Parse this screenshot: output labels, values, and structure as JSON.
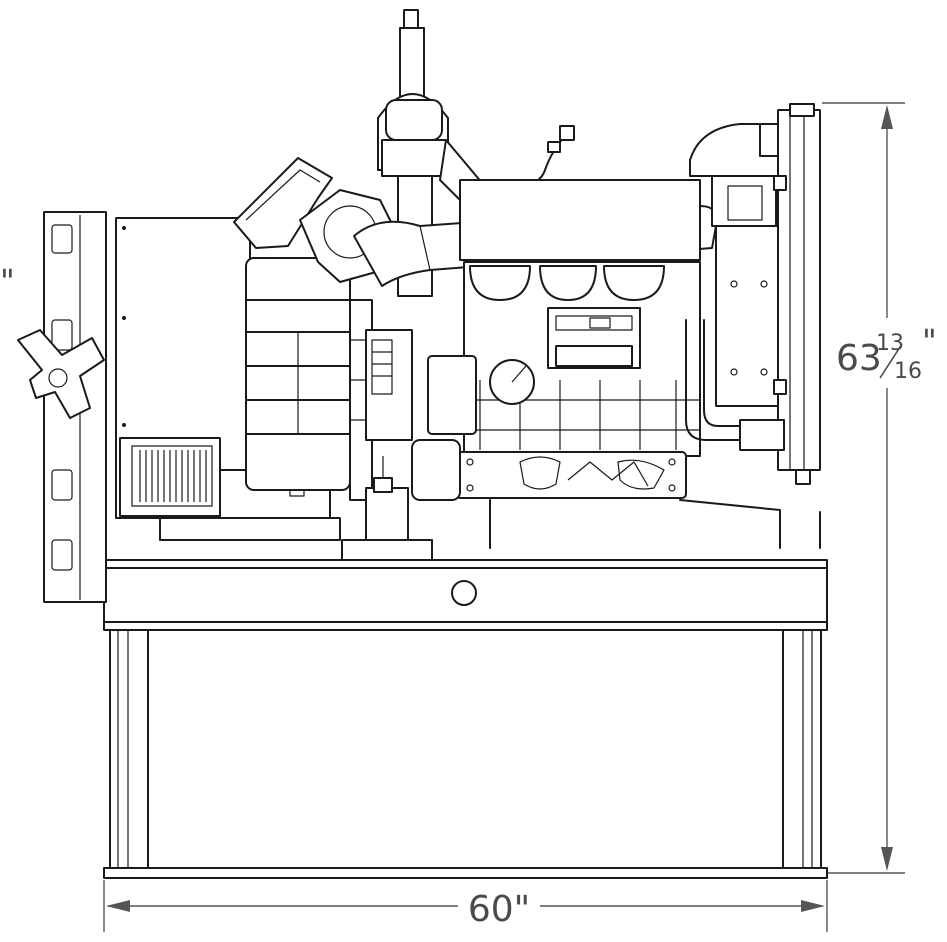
{
  "dimensions": {
    "width_label": "60\"",
    "height_whole": "63",
    "height_numerator": "13",
    "height_denominator": "16",
    "height_inch_mark": "\"",
    "left_edge_mark": "\""
  }
}
